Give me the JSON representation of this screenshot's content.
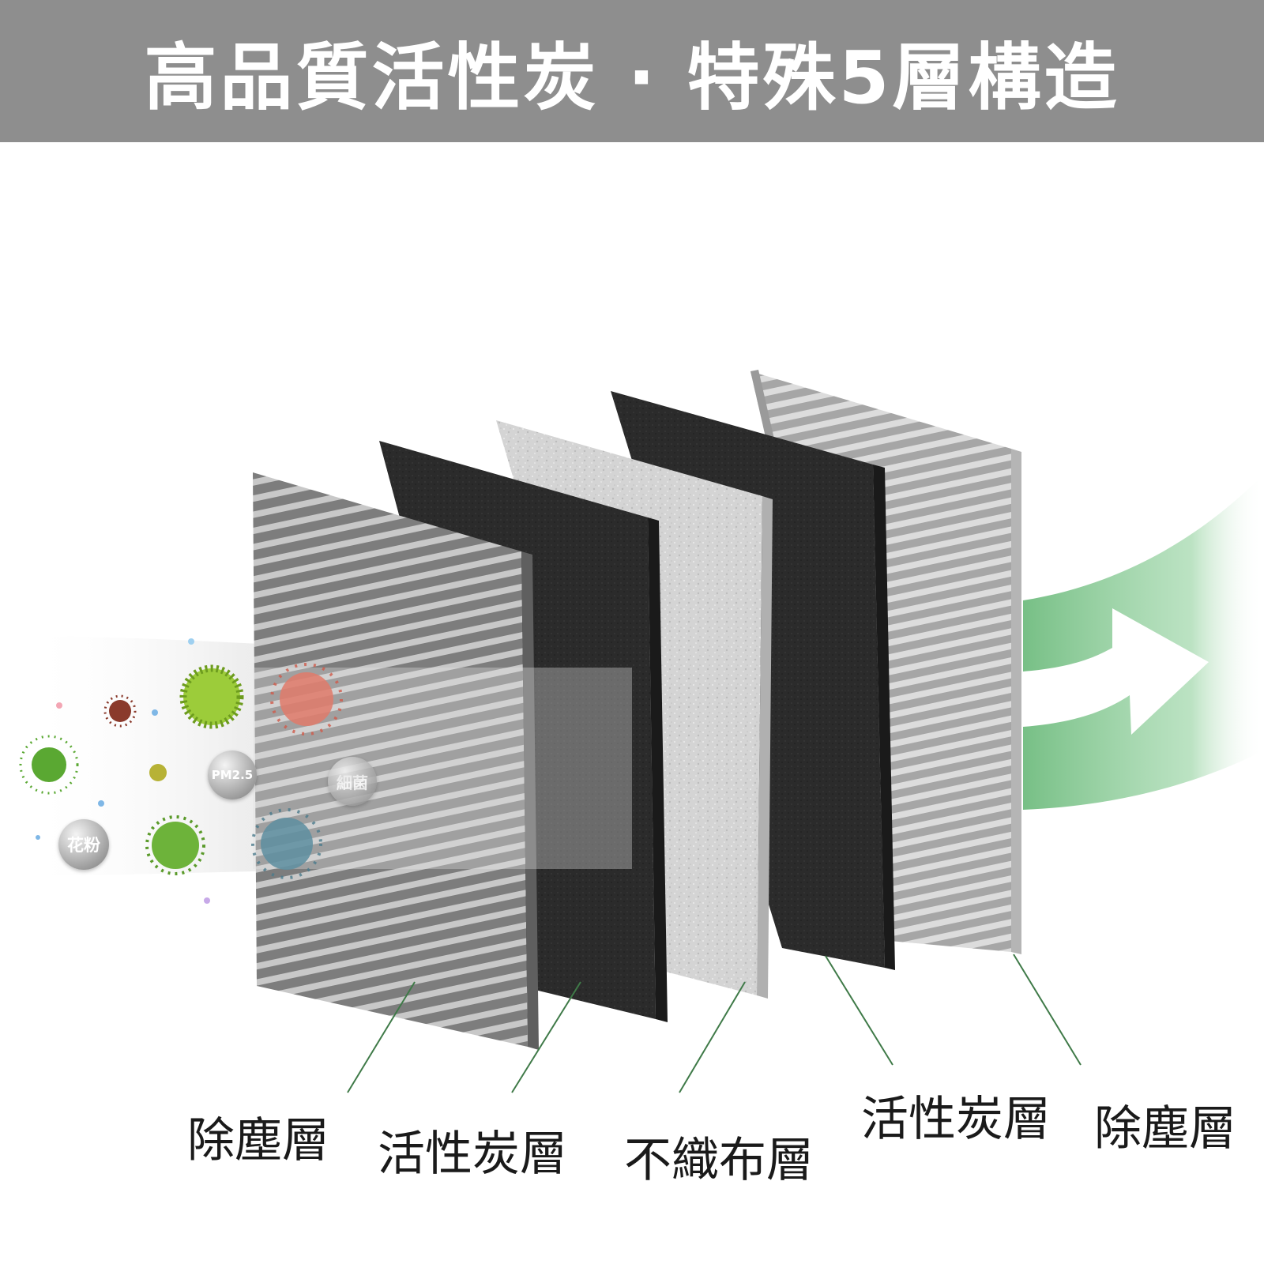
{
  "header": {
    "title": "高品質活性炭 · 特殊5層構造"
  },
  "particles": {
    "pm25_label": "PM2.5",
    "bacteria_label": "細菌",
    "pollen_label": "花粉"
  },
  "layers": [
    {
      "label": "除塵層",
      "material": "dust-removal"
    },
    {
      "label": "活性炭層",
      "material": "activated-carbon"
    },
    {
      "label": "不織布層",
      "material": "non-woven"
    },
    {
      "label": "活性炭層",
      "material": "activated-carbon"
    },
    {
      "label": "除塵層",
      "material": "dust-removal"
    }
  ],
  "colors": {
    "header_bg": "#8e8e8e",
    "clean_air": "#6fbf7f",
    "carbon": "#2a2a2a",
    "stripe_dark": "#7d7d7d",
    "stripe_light": "#c4c4c4"
  }
}
